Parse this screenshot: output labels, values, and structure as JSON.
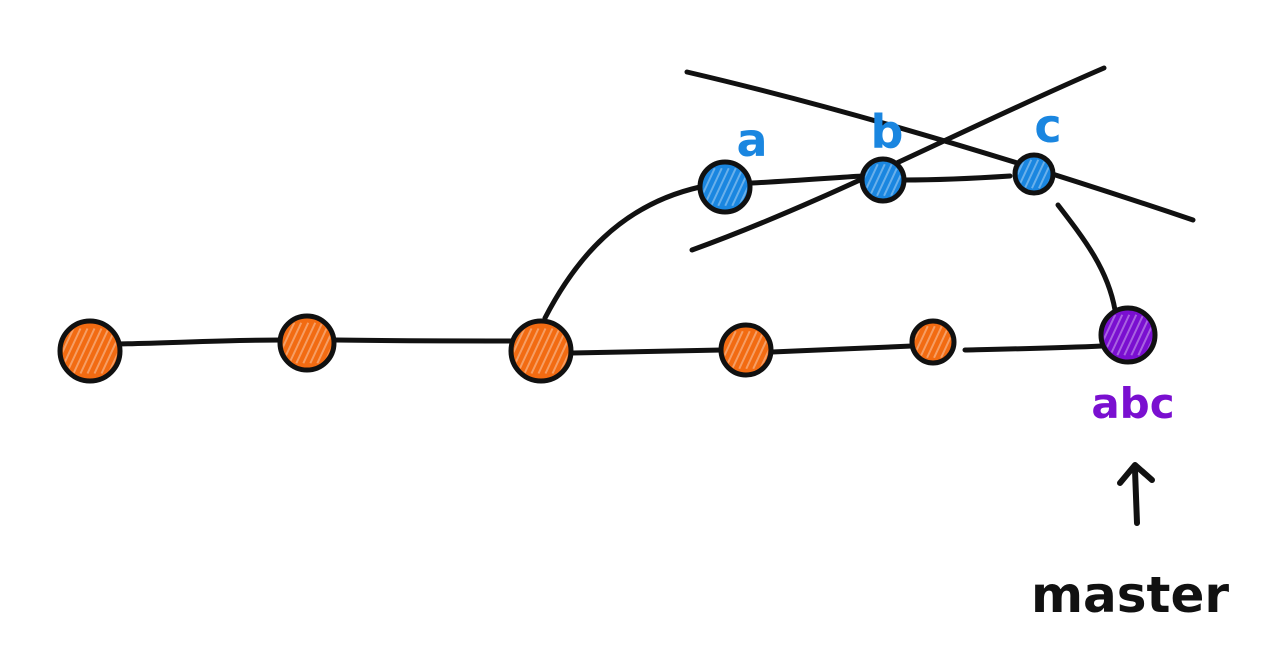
{
  "colors": {
    "ink": "#111111",
    "main_commit": "#f26b12",
    "branch_commit": "#1a86e0",
    "merged_commit": "#7a0fd0",
    "branch_label": "#1a86e0",
    "merged_label": "#7a0fd0",
    "pointer_label": "#111111",
    "background": "#ffffff"
  },
  "branch": {
    "commits": [
      {
        "label": "a",
        "discarded": true
      },
      {
        "label": "b",
        "discarded": true
      },
      {
        "label": "c",
        "discarded": true
      }
    ]
  },
  "main_line": {
    "commit_count": 6
  },
  "merged_commit": {
    "label": "abc"
  },
  "pointer": {
    "label": "master",
    "icon": "arrow-up-icon"
  }
}
